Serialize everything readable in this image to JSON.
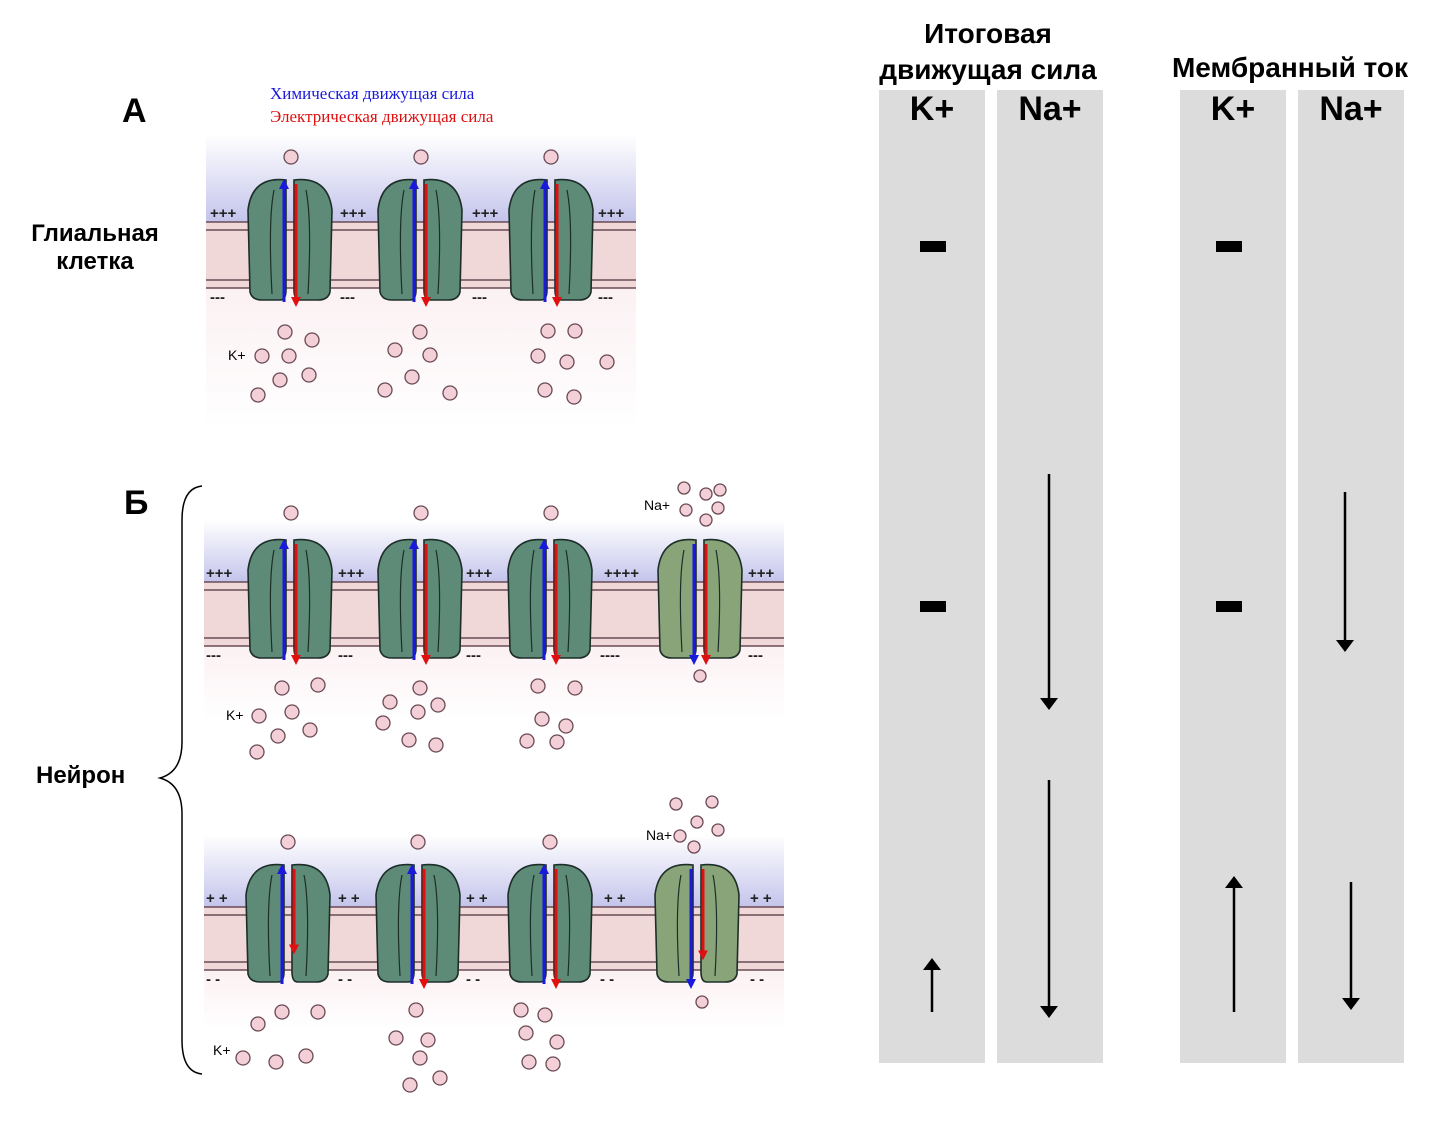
{
  "panels": {
    "a": {
      "letter": "А",
      "cell": "Глиальная\nклетка"
    },
    "b": {
      "letter": "Б",
      "cell": "Нейрон"
    }
  },
  "legend": {
    "chemical": "Химическая движущая сила",
    "electrical": "Электрическая движущая сила",
    "chemical_color": "#1a1adc",
    "electrical_color": "#e01010"
  },
  "ions": {
    "k": "K",
    "na": "Na",
    "plus": "+"
  },
  "membrane_signs": {
    "plus": "+++",
    "minus": "---"
  },
  "table": {
    "group1_title": "Итоговая движущая сила",
    "group2_title": "Мембранный ток",
    "col_k": "K+",
    "col_na": "Na+",
    "rows": [
      {
        "net_k": "minus",
        "net_na": "none",
        "cur_k": "minus",
        "cur_na": "none"
      },
      {
        "net_k": "minus",
        "net_na": "down",
        "cur_k": "minus",
        "cur_na": "down"
      },
      {
        "net_k": "up",
        "net_na": "down",
        "cur_k": "up",
        "cur_na": "down"
      }
    ]
  },
  "colors": {
    "channel_k": "#5e8a78",
    "channel_na": "#8aa47a",
    "ion": "#f3cfd8",
    "column": "#dcdcdc"
  }
}
